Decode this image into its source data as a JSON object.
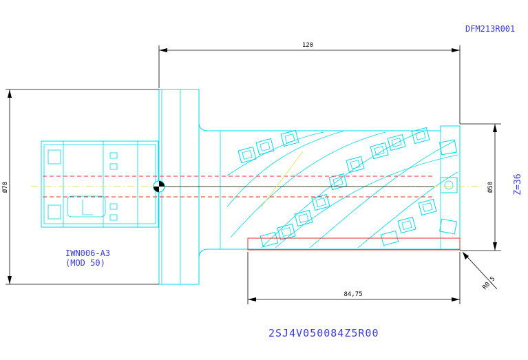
{
  "drawing_code": "DFM213R001",
  "part_number": "2SJ4V050084Z5R00",
  "adapter_label_line1": "IWN006-A3",
  "adapter_label_line2": "(MOD 50)",
  "teeth_label": "Z=36",
  "dimensions": {
    "overall_length": "120",
    "cutting_length": "84,75",
    "shank_diameter": "Ø78",
    "cutter_diameter": "Ø50",
    "corner_radius": "R0,5"
  },
  "colors": {
    "geometry": "#00d8e8",
    "dimension": "#000000",
    "centerline": "#e03030",
    "construction": "#e6e24a",
    "annotation": "#3a3adc"
  }
}
